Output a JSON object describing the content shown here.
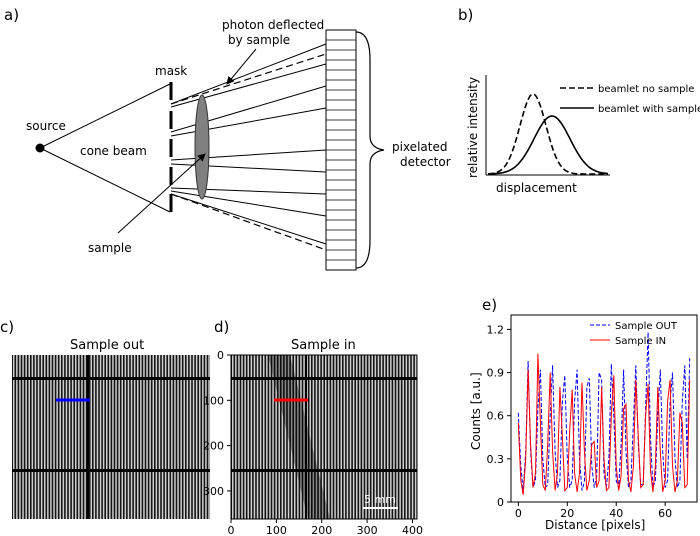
{
  "panel_letters": {
    "a": "a)",
    "b": "b)",
    "c": "c)",
    "d": "d)",
    "e": "e)"
  },
  "schematic": {
    "source": "source",
    "cone_beam": "cone beam",
    "mask": "mask",
    "sample": "sample",
    "photon_line1": "photon deflected",
    "photon_line2": "by sample",
    "detector_line1": "pixelated",
    "detector_line2": "detector"
  },
  "intensity_plot": {
    "ylabel": "relative intensity",
    "xlabel": "displacement",
    "legend": [
      "beamlet no sample",
      "beamlet with sample"
    ]
  },
  "images": {
    "c_title": "Sample out",
    "d_title": "Sample in",
    "d_xticks": [
      "0",
      "100",
      "200",
      "300",
      "400"
    ],
    "d_yticks": [
      "0",
      "100",
      "200",
      "300"
    ],
    "scalebar": "5 mm",
    "line_color_out": "#0000ff",
    "line_color_in": "#ff0000"
  },
  "chart_data": {
    "type": "line",
    "title": "",
    "xlabel": "Distance [pixels]",
    "ylabel": "Counts [a.u.]",
    "xlim": [
      -3,
      73
    ],
    "ylim": [
      0,
      1.3
    ],
    "xticks": [
      0,
      20,
      40,
      60
    ],
    "yticks": [
      "0",
      "0.3",
      "0.6",
      "0.9",
      "1.2"
    ],
    "legend_position": "top-right",
    "series": [
      {
        "name": "Sample OUT",
        "color": "#0000ff",
        "style": "dashed",
        "x": [
          0,
          1,
          2,
          3,
          4,
          5,
          6,
          7,
          8,
          9,
          10,
          11,
          12,
          13,
          14,
          15,
          16,
          17,
          18,
          19,
          20,
          21,
          22,
          23,
          24,
          25,
          26,
          27,
          28,
          29,
          30,
          31,
          32,
          33,
          34,
          35,
          36,
          37,
          38,
          39,
          40,
          41,
          42,
          43,
          44,
          45,
          46,
          47,
          48,
          49,
          50,
          51,
          52,
          53,
          54,
          55,
          56,
          57,
          58,
          59,
          60,
          61,
          62,
          63,
          64,
          65,
          66,
          67,
          68,
          69,
          70
        ],
        "values": [
          0.62,
          0.25,
          0.08,
          0.35,
          0.98,
          0.35,
          0.1,
          0.15,
          0.65,
          0.92,
          0.3,
          0.1,
          0.12,
          0.6,
          0.95,
          0.35,
          0.1,
          0.15,
          0.7,
          0.88,
          0.3,
          0.1,
          0.15,
          0.7,
          0.92,
          0.3,
          0.08,
          0.14,
          0.8,
          0.86,
          0.25,
          0.1,
          0.18,
          0.9,
          0.85,
          0.2,
          0.1,
          0.3,
          0.96,
          0.6,
          0.15,
          0.1,
          0.4,
          0.92,
          0.35,
          0.1,
          0.15,
          0.55,
          0.95,
          0.4,
          0.12,
          0.12,
          0.65,
          1.18,
          0.45,
          0.1,
          0.15,
          0.6,
          0.92,
          0.35,
          0.1,
          0.15,
          0.7,
          0.9,
          0.3,
          0.1,
          0.15,
          0.7,
          0.95,
          0.3,
          1.0
        ]
      },
      {
        "name": "Sample IN",
        "color": "#ff0000",
        "style": "solid",
        "x": [
          0,
          1,
          2,
          3,
          4,
          5,
          6,
          7,
          8,
          9,
          10,
          11,
          12,
          13,
          14,
          15,
          16,
          17,
          18,
          19,
          20,
          21,
          22,
          23,
          24,
          25,
          26,
          27,
          28,
          29,
          30,
          31,
          32,
          33,
          34,
          35,
          36,
          37,
          38,
          39,
          40,
          41,
          42,
          43,
          44,
          45,
          46,
          47,
          48,
          49,
          50,
          51,
          52,
          53,
          54,
          55,
          56,
          57,
          58,
          59,
          60,
          61,
          62,
          63,
          64,
          65,
          66,
          67,
          68,
          69,
          70
        ],
        "values": [
          0.55,
          0.15,
          0.05,
          0.3,
          0.92,
          0.4,
          0.1,
          0.2,
          1.03,
          0.55,
          0.12,
          0.08,
          0.4,
          0.9,
          0.35,
          0.08,
          0.2,
          0.8,
          0.45,
          0.08,
          0.1,
          0.5,
          0.78,
          0.2,
          0.07,
          0.2,
          0.83,
          0.35,
          0.08,
          0.15,
          0.4,
          0.42,
          0.1,
          0.15,
          0.8,
          0.3,
          0.08,
          0.1,
          0.6,
          0.88,
          0.25,
          0.08,
          0.18,
          0.65,
          0.68,
          0.15,
          0.07,
          0.25,
          0.85,
          0.45,
          0.1,
          0.12,
          0.6,
          0.82,
          0.22,
          0.07,
          0.25,
          0.8,
          0.35,
          0.07,
          0.15,
          0.7,
          0.85,
          0.25,
          0.07,
          0.15,
          0.62,
          0.55,
          0.1,
          0.12,
          0.85
        ]
      }
    ]
  }
}
